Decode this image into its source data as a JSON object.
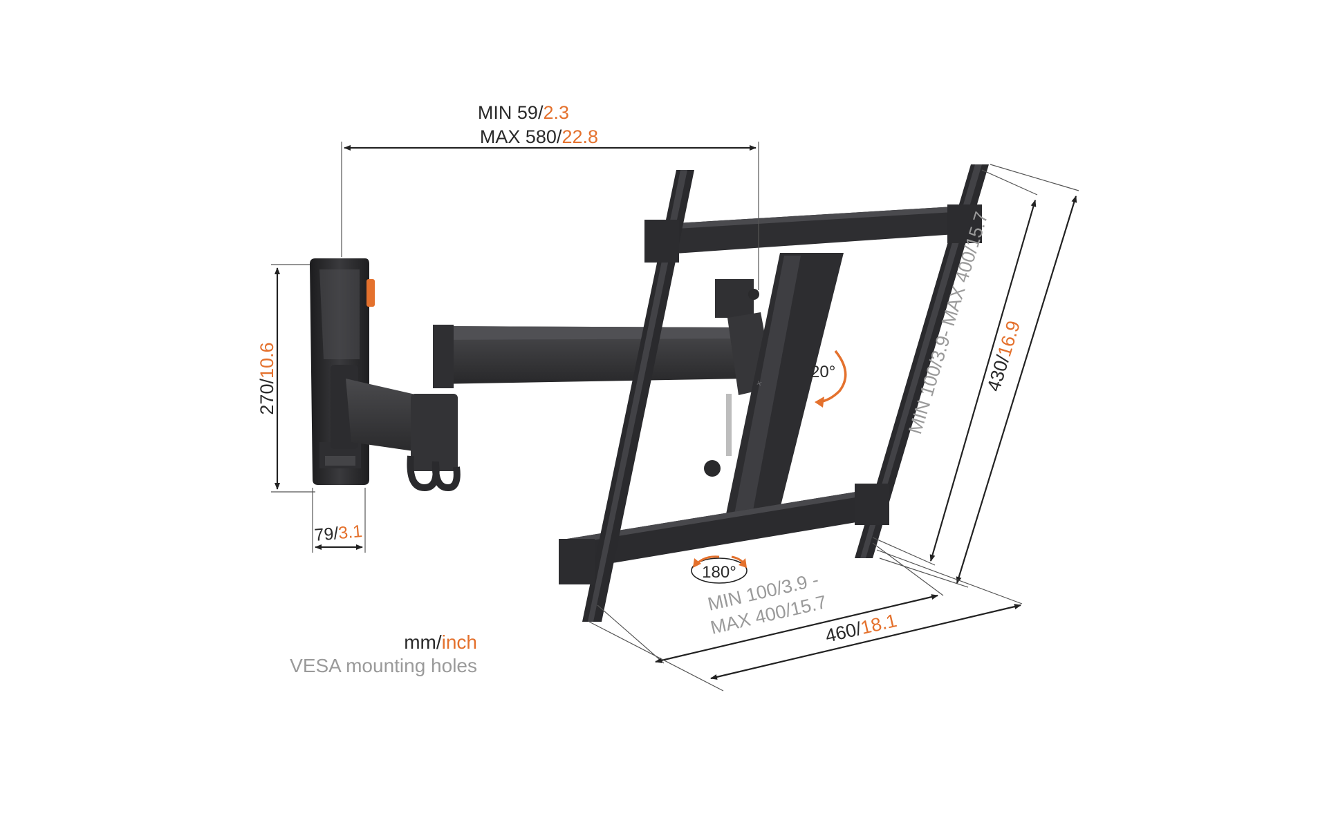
{
  "colors": {
    "dark_text": "#2a2a2a",
    "accent_orange": "#e4712d",
    "secondary_gray": "#9a9a9a",
    "bracket_black": "#2b2b2d",
    "background": "#ffffff"
  },
  "dimensions": {
    "arm_extension": {
      "min_mm": "MIN 59/",
      "min_inch": "2.3",
      "max_mm": "MAX 580/",
      "max_inch": "22.8"
    },
    "wall_plate_height": {
      "mm": "270/",
      "inch": "10.6"
    },
    "wall_plate_width": {
      "mm": "79/",
      "inch": "3.1"
    },
    "vesa_vertical": {
      "mm": "MIN 100/",
      "inch": "3.9",
      "max_mm": "- MAX 400/",
      "max_inch": "15.7"
    },
    "frame_height": {
      "mm": "430/",
      "inch": "16.9"
    },
    "vesa_horizontal": {
      "line1_mm": "MIN 100/",
      "line1_inch": "3.9 -",
      "line2_mm": "MAX 400/",
      "line2_inch": "15.7"
    },
    "frame_width": {
      "mm": "460/",
      "inch": "18.1"
    }
  },
  "rotation": {
    "tilt": "20°",
    "swivel": "180°"
  },
  "legend": {
    "unit_mm": "mm/",
    "unit_inch": "inch",
    "vesa_note": "VESA mounting holes"
  },
  "icons": [
    "tilt-arrow-icon",
    "swivel-arrow-icon",
    "brand-logo-icon"
  ]
}
